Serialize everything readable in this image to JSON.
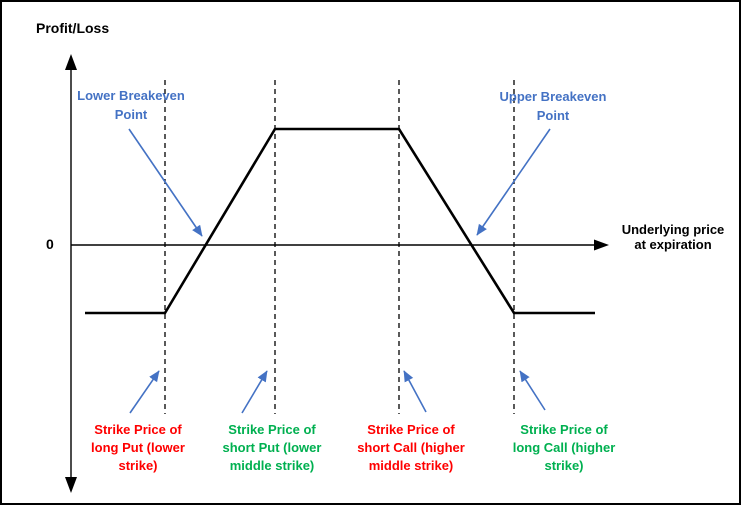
{
  "diagram": {
    "type": "options-payoff-diagram",
    "strategy_shape": "iron condor (flat max-loss, rising, flat max-profit plateau, falling, flat max-loss)",
    "axes": {
      "y_label": "Profit/Loss",
      "x_label_lines": [
        "Underlying price",
        "at expiration"
      ],
      "origin_label": "0"
    },
    "annotations": {
      "lower_breakeven": {
        "lines": [
          "Lower Breakeven",
          "Point"
        ]
      },
      "upper_breakeven": {
        "lines": [
          "Upper Breakeven",
          "Point"
        ]
      }
    },
    "strike_labels": [
      {
        "id": "long-put",
        "color": "#FF0000",
        "lines": [
          "Strike Price of",
          "long Put (lower",
          "strike)"
        ]
      },
      {
        "id": "short-put",
        "color": "#00B050",
        "lines": [
          "Strike Price of",
          "short Put (lower",
          "middle strike)"
        ]
      },
      {
        "id": "short-call",
        "color": "#FF0000",
        "lines": [
          "Strike Price of",
          "short Call (higher",
          "middle strike)"
        ]
      },
      {
        "id": "long-call",
        "color": "#00B050",
        "lines": [
          "Strike Price of",
          "long Call (higher",
          "strike)"
        ]
      }
    ],
    "payoff_curve": {
      "segments": [
        "max loss flat below zero up to long-put strike",
        "rises through lower breakeven between long-put and short-put strikes",
        "max profit plateau above zero between short-put and short-call strikes",
        "falls through upper breakeven between short-call and long-call strikes",
        "max loss flat below zero beyond long-call strike"
      ],
      "zero_crossings": [
        "lower breakeven point",
        "upper breakeven point"
      ]
    },
    "colors": {
      "axis": "#000000",
      "payoff_line": "#000000",
      "annotation_blue": "#4472C4",
      "strike_red": "#FF0000",
      "strike_green": "#00B050",
      "background": "#FFFFFF",
      "border": "#000000"
    }
  }
}
